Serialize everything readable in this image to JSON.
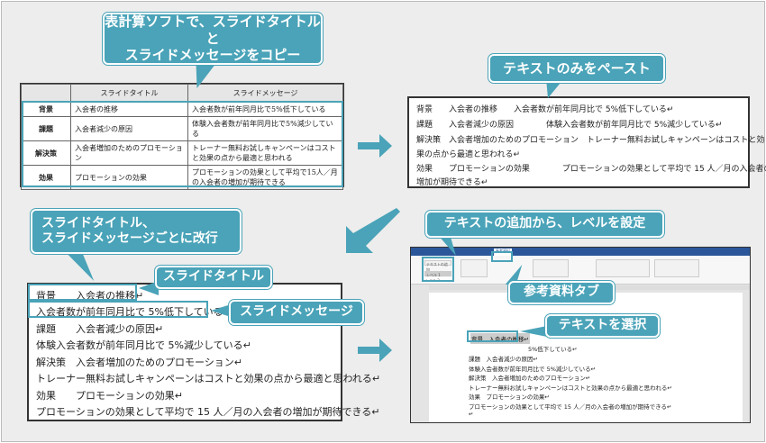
{
  "callouts": {
    "copy_from_spreadsheet": [
      "表計算ソフトで、スライドタイトルと",
      "スライドメッセージをコピー"
    ],
    "paste_text_only": "テキストのみをペースト",
    "line_break_each": [
      "スライドタイトル、",
      "スライドメッセージごとに改行"
    ],
    "slide_title": "スライドタイトル",
    "slide_message": "スライドメッセージ",
    "set_level": "テキストの追加から、レベルを設定",
    "references_tab": "参考資料タブ",
    "select_text": "テキストを選択"
  },
  "table": {
    "headers": [
      "",
      "スライドタイトル",
      "スライドメッセージ"
    ],
    "rows": [
      {
        "label": "背景",
        "title": "入会者の推移",
        "message": "入会者数が前年同月比で5%低下している"
      },
      {
        "label": "課題",
        "title": "入会者減少の原因",
        "message": "体験入会者数が前年同月比で5%減少している"
      },
      {
        "label": "解決策",
        "title": "入会者増加のためのプロモーション",
        "message": "トレーナー無料お試しキャンペーンはコストと効果の点から最適と思われる"
      },
      {
        "label": "効果",
        "title": "プロモーションの効果",
        "message": "プロモーションの効果として平均で15人／月の入会者の増加が期待できる"
      }
    ]
  },
  "pasted_text": [
    "背景　　入会者の推移　　入会者数が前年同月比で 5%低下している↵",
    "課題　　入会者減少の原因　　　　体験入会者数が前年同月比で 5%減少している↵",
    "解決策　入会者増加のためのプロモーション　トレーナー無料お試しキャンペーンはコストと効",
    "果の点から最適と思われる↵",
    "効果　　プロモーションの効果　　　　プロモーションの効果として平均で 15 人／月の入会者の",
    "増加が期待できる↵"
  ],
  "split_text": [
    "背景　　入会者の推移↵",
    "入会者数が前年同月比で 5%低下している↵",
    "課題　　入会者減少の原因↵",
    "体験入会者数が前年同月比で 5%減少している↵",
    "解決策　入会者増加のためのプロモーション↵",
    "トレーナー無料お試しキャンペーンはコストと効果の点から最適と思われる↵",
    "効果　　プロモーションの効果↵",
    "プロモーションの効果として平均で 15 人／月の入会者の増加が期待できる↵"
  ],
  "word": {
    "active_tab": "参考資料",
    "selected_line": "背景　入会者の推移↵",
    "lines": [
      "5%低下している↵",
      "課題　入会者減少の原因↵",
      "体験入会者数が前年同月比で 5%減少している↵",
      "解決策　入会者増加のためのプロモーション↵",
      "トレーナー無料お試しキャンペーンはコストと効果の点から最適と思われる↵",
      "効果　プロモーションの効果↵",
      "プロモーションの効果として平均で 15 人／月の入会者の増加が期待できる↵",
      "↵"
    ],
    "dropdown": [
      "テキストの追加",
      "レベル 1",
      "レベル 2"
    ]
  },
  "colors": {
    "accent": "#4aa3b8",
    "background": "#ededed"
  }
}
